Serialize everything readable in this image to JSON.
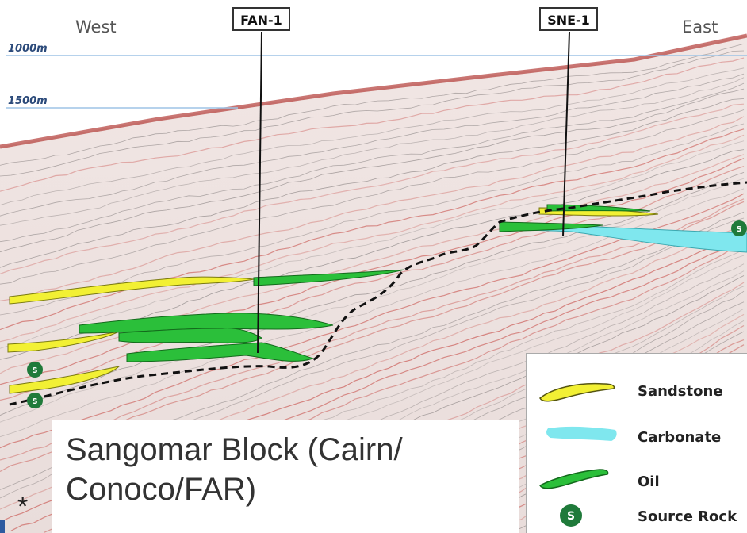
{
  "directions": {
    "west": "West",
    "east": "East"
  },
  "wells": [
    {
      "name": "FAN-1"
    },
    {
      "name": "SNE-1"
    }
  ],
  "depth_markers": [
    {
      "label": "1000m"
    },
    {
      "label": "1500m"
    }
  ],
  "caption": {
    "line1": "Sangomar Block (Cairn/",
    "line2": "Conoco/FAR)"
  },
  "asterisk": "*",
  "legend": {
    "items": [
      {
        "label": "Sandstone",
        "color": "#f2f034",
        "symbol": "sandstone-lens"
      },
      {
        "label": "Carbonate",
        "color": "#7fe7ee",
        "symbol": "carbonate-lens"
      },
      {
        "label": "Oil",
        "color": "#2bbf3a",
        "symbol": "oil-lens"
      },
      {
        "label": "Source Rock",
        "color": "#1f7a3a",
        "symbol": "s-circle",
        "symbol_letter": "S"
      }
    ]
  },
  "colors": {
    "sandstone": "#f2f034",
    "carbonate": "#7fe7ee",
    "oil": "#2bbf3a",
    "source_rock": "#1f7a3a",
    "seismic_red": "#c4413c",
    "depth_line": "#9dc3e6"
  }
}
